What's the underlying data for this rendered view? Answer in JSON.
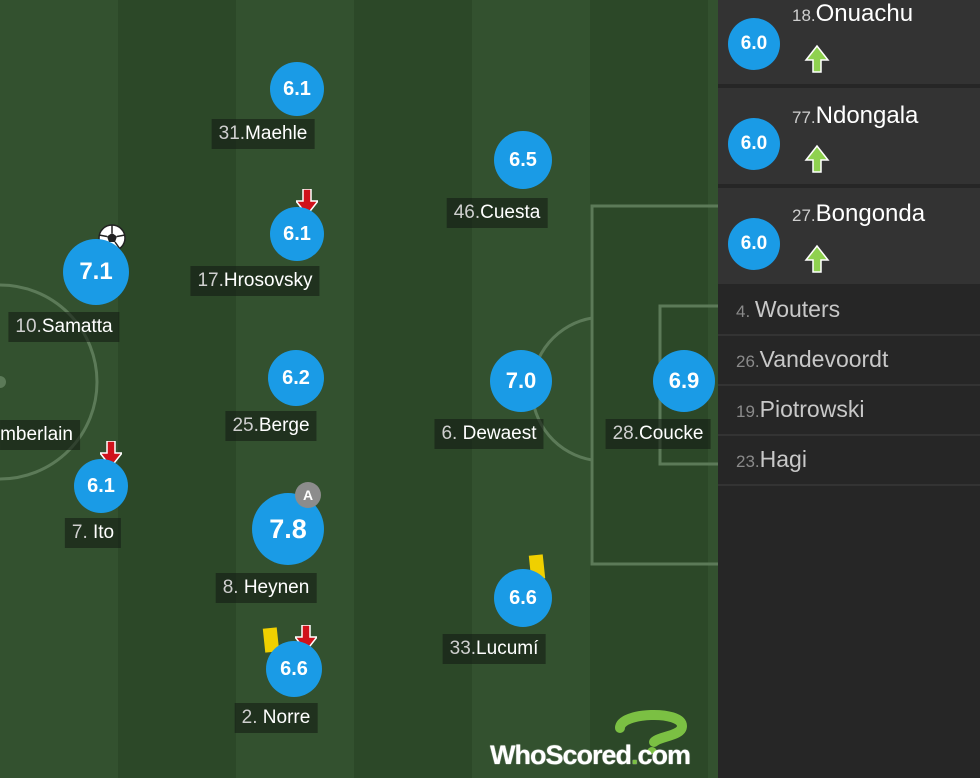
{
  "colors": {
    "rating_bg": "#1a9be6",
    "pitch_light": "#33512f",
    "pitch_dark": "#2c4828",
    "sidebar_bg": "#262626",
    "sub_row_bg": "#333333",
    "sub_arrow": "#8fd14f",
    "off_arrow": "#d0121b",
    "yellow_card": "#f0d000"
  },
  "players": [
    {
      "id": "maehle",
      "number": "31.",
      "name": "Maehle",
      "rating": "6.1"
    },
    {
      "id": "hrosovsky",
      "number": "17.",
      "name": "Hrosovsky",
      "rating": "6.1",
      "subbed_off": true
    },
    {
      "id": "samatta",
      "number": "10.",
      "name": "Samatta",
      "rating": "7.1",
      "goal": true
    },
    {
      "id": "chamberlain",
      "number": "",
      "name": "mberlain",
      "rating": ""
    },
    {
      "id": "ito",
      "number": "7. ",
      "name": "Ito",
      "rating": "6.1",
      "subbed_off": true
    },
    {
      "id": "berge",
      "number": "25.",
      "name": "Berge",
      "rating": "6.2"
    },
    {
      "id": "heynen",
      "number": "8. ",
      "name": "Heynen",
      "rating": "7.8",
      "captain": "A"
    },
    {
      "id": "norre",
      "number": "2. ",
      "name": "Norre",
      "rating": "6.6",
      "yellow_card": true,
      "subbed_off": true
    },
    {
      "id": "cuesta",
      "number": "46.",
      "name": "Cuesta",
      "rating": "6.5"
    },
    {
      "id": "dewaest",
      "number": "6. ",
      "name": "Dewaest",
      "rating": "7.0"
    },
    {
      "id": "lucumi",
      "number": "33.",
      "name": "Lucumí",
      "rating": "6.6",
      "yellow_card": true
    },
    {
      "id": "coucke",
      "number": "28.",
      "name": "Coucke",
      "rating": "6.9"
    }
  ],
  "substitutes_in": [
    {
      "number": "18.",
      "name": "Onuachu",
      "rating": "6.0",
      "icon": "sub-on-arrow-icon"
    },
    {
      "number": "77.",
      "name": "Ndongala",
      "rating": "6.0",
      "icon": "sub-on-arrow-icon"
    },
    {
      "number": "27.",
      "name": "Bongonda",
      "rating": "6.0",
      "icon": "sub-on-arrow-icon"
    }
  ],
  "bench": [
    {
      "number": "4. ",
      "name": "Wouters"
    },
    {
      "number": "26.",
      "name": "Vandevoordt"
    },
    {
      "number": "19.",
      "name": "Piotrowski"
    },
    {
      "number": "23.",
      "name": "Hagi"
    }
  ],
  "logo": {
    "part1": "WhoScored",
    "part2": ".",
    "part3": "com",
    "icon": "question-mark-logo-icon"
  }
}
